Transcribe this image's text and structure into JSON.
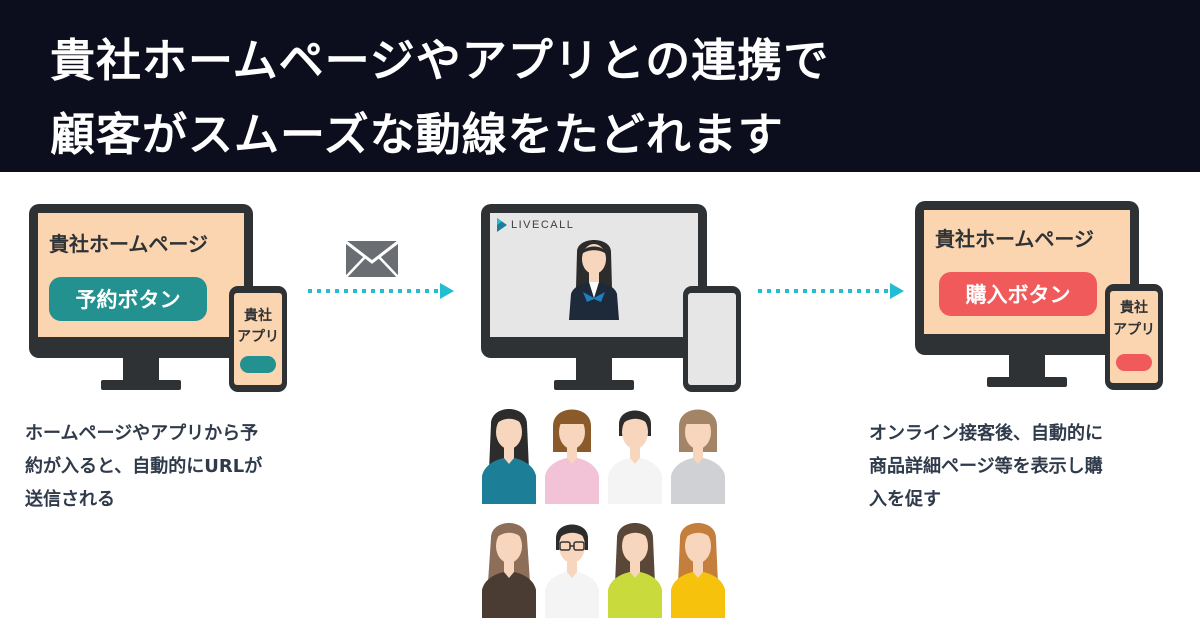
{
  "header": {
    "line1": "貴社ホームページやアプリとの連携で",
    "line2": "顧客がスムーズな動線をたどれます"
  },
  "left_device": {
    "screen_title": "貴社ホームページ",
    "button_label": "予約ボタン",
    "phone_label_1": "貴社",
    "phone_label_2": "アプリ"
  },
  "middle_device": {
    "logo_text": "LIVECALL"
  },
  "right_device": {
    "screen_title": "貴社ホームページ",
    "button_label": "購入ボタン",
    "phone_label_1": "貴社",
    "phone_label_2": "アプリ"
  },
  "captions": {
    "left": [
      "ホームページやアプリから予",
      "約が入ると、自動的にURLが",
      "送信される"
    ],
    "right": [
      "オンライン接客後、自動的に",
      "商品詳細ページ等を表示し購",
      "入を促す"
    ]
  },
  "icons": {
    "mail": "envelope-icon",
    "arrow": "dotted-arrow-icon",
    "operator": "operator-icon",
    "customer": "customer-icon"
  },
  "colors": {
    "banner_bg": "#0c0e1d",
    "screen_peach": "#fbd5b0",
    "teal_button": "#229190",
    "red_button": "#f15a5a",
    "device_dark": "#2f3235",
    "arrow_cyan": "#22bcd3"
  },
  "customers": [
    {
      "hair": "#2c2c2c",
      "shirt": "#1d7e97",
      "style": "long"
    },
    {
      "hair": "#8a5a2b",
      "shirt": "#f2c3d6",
      "style": "bob"
    },
    {
      "hair": "#2c2c2c",
      "shirt": "#f4f4f4",
      "style": "short"
    },
    {
      "hair": "#a48467",
      "shirt": "#cfd1d4",
      "style": "bob"
    },
    {
      "hair": "#8d6e58",
      "shirt": "#4a3b33",
      "style": "braid"
    },
    {
      "hair": "#2c2c2c",
      "shirt": "#f4f4f4",
      "style": "glasses"
    },
    {
      "hair": "#5a4738",
      "shirt": "#c9db3c",
      "style": "long"
    },
    {
      "hair": "#c47f3d",
      "shirt": "#f6c20c",
      "style": "long"
    }
  ]
}
